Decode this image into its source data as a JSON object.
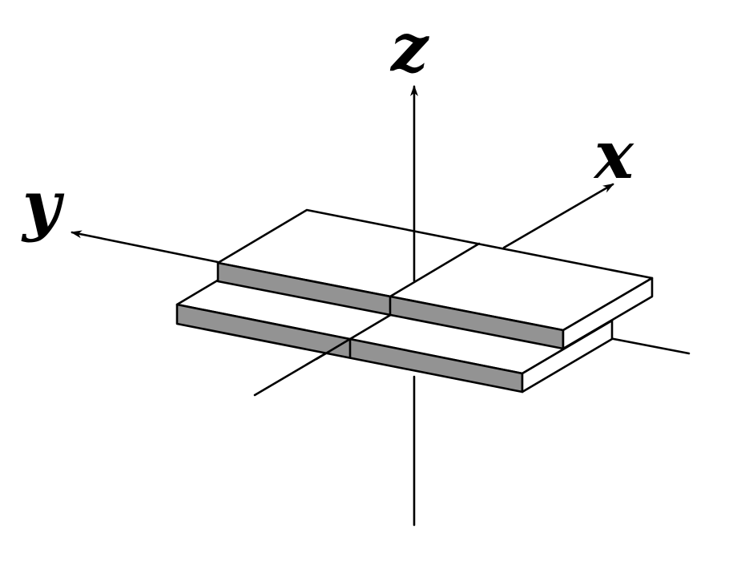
{
  "diagram": {
    "axis_labels": {
      "x": "x",
      "y": "y",
      "z": "z"
    },
    "colors": {
      "side_face": "#939393",
      "top_face": "#ffffff",
      "stroke": "#000000"
    }
  }
}
